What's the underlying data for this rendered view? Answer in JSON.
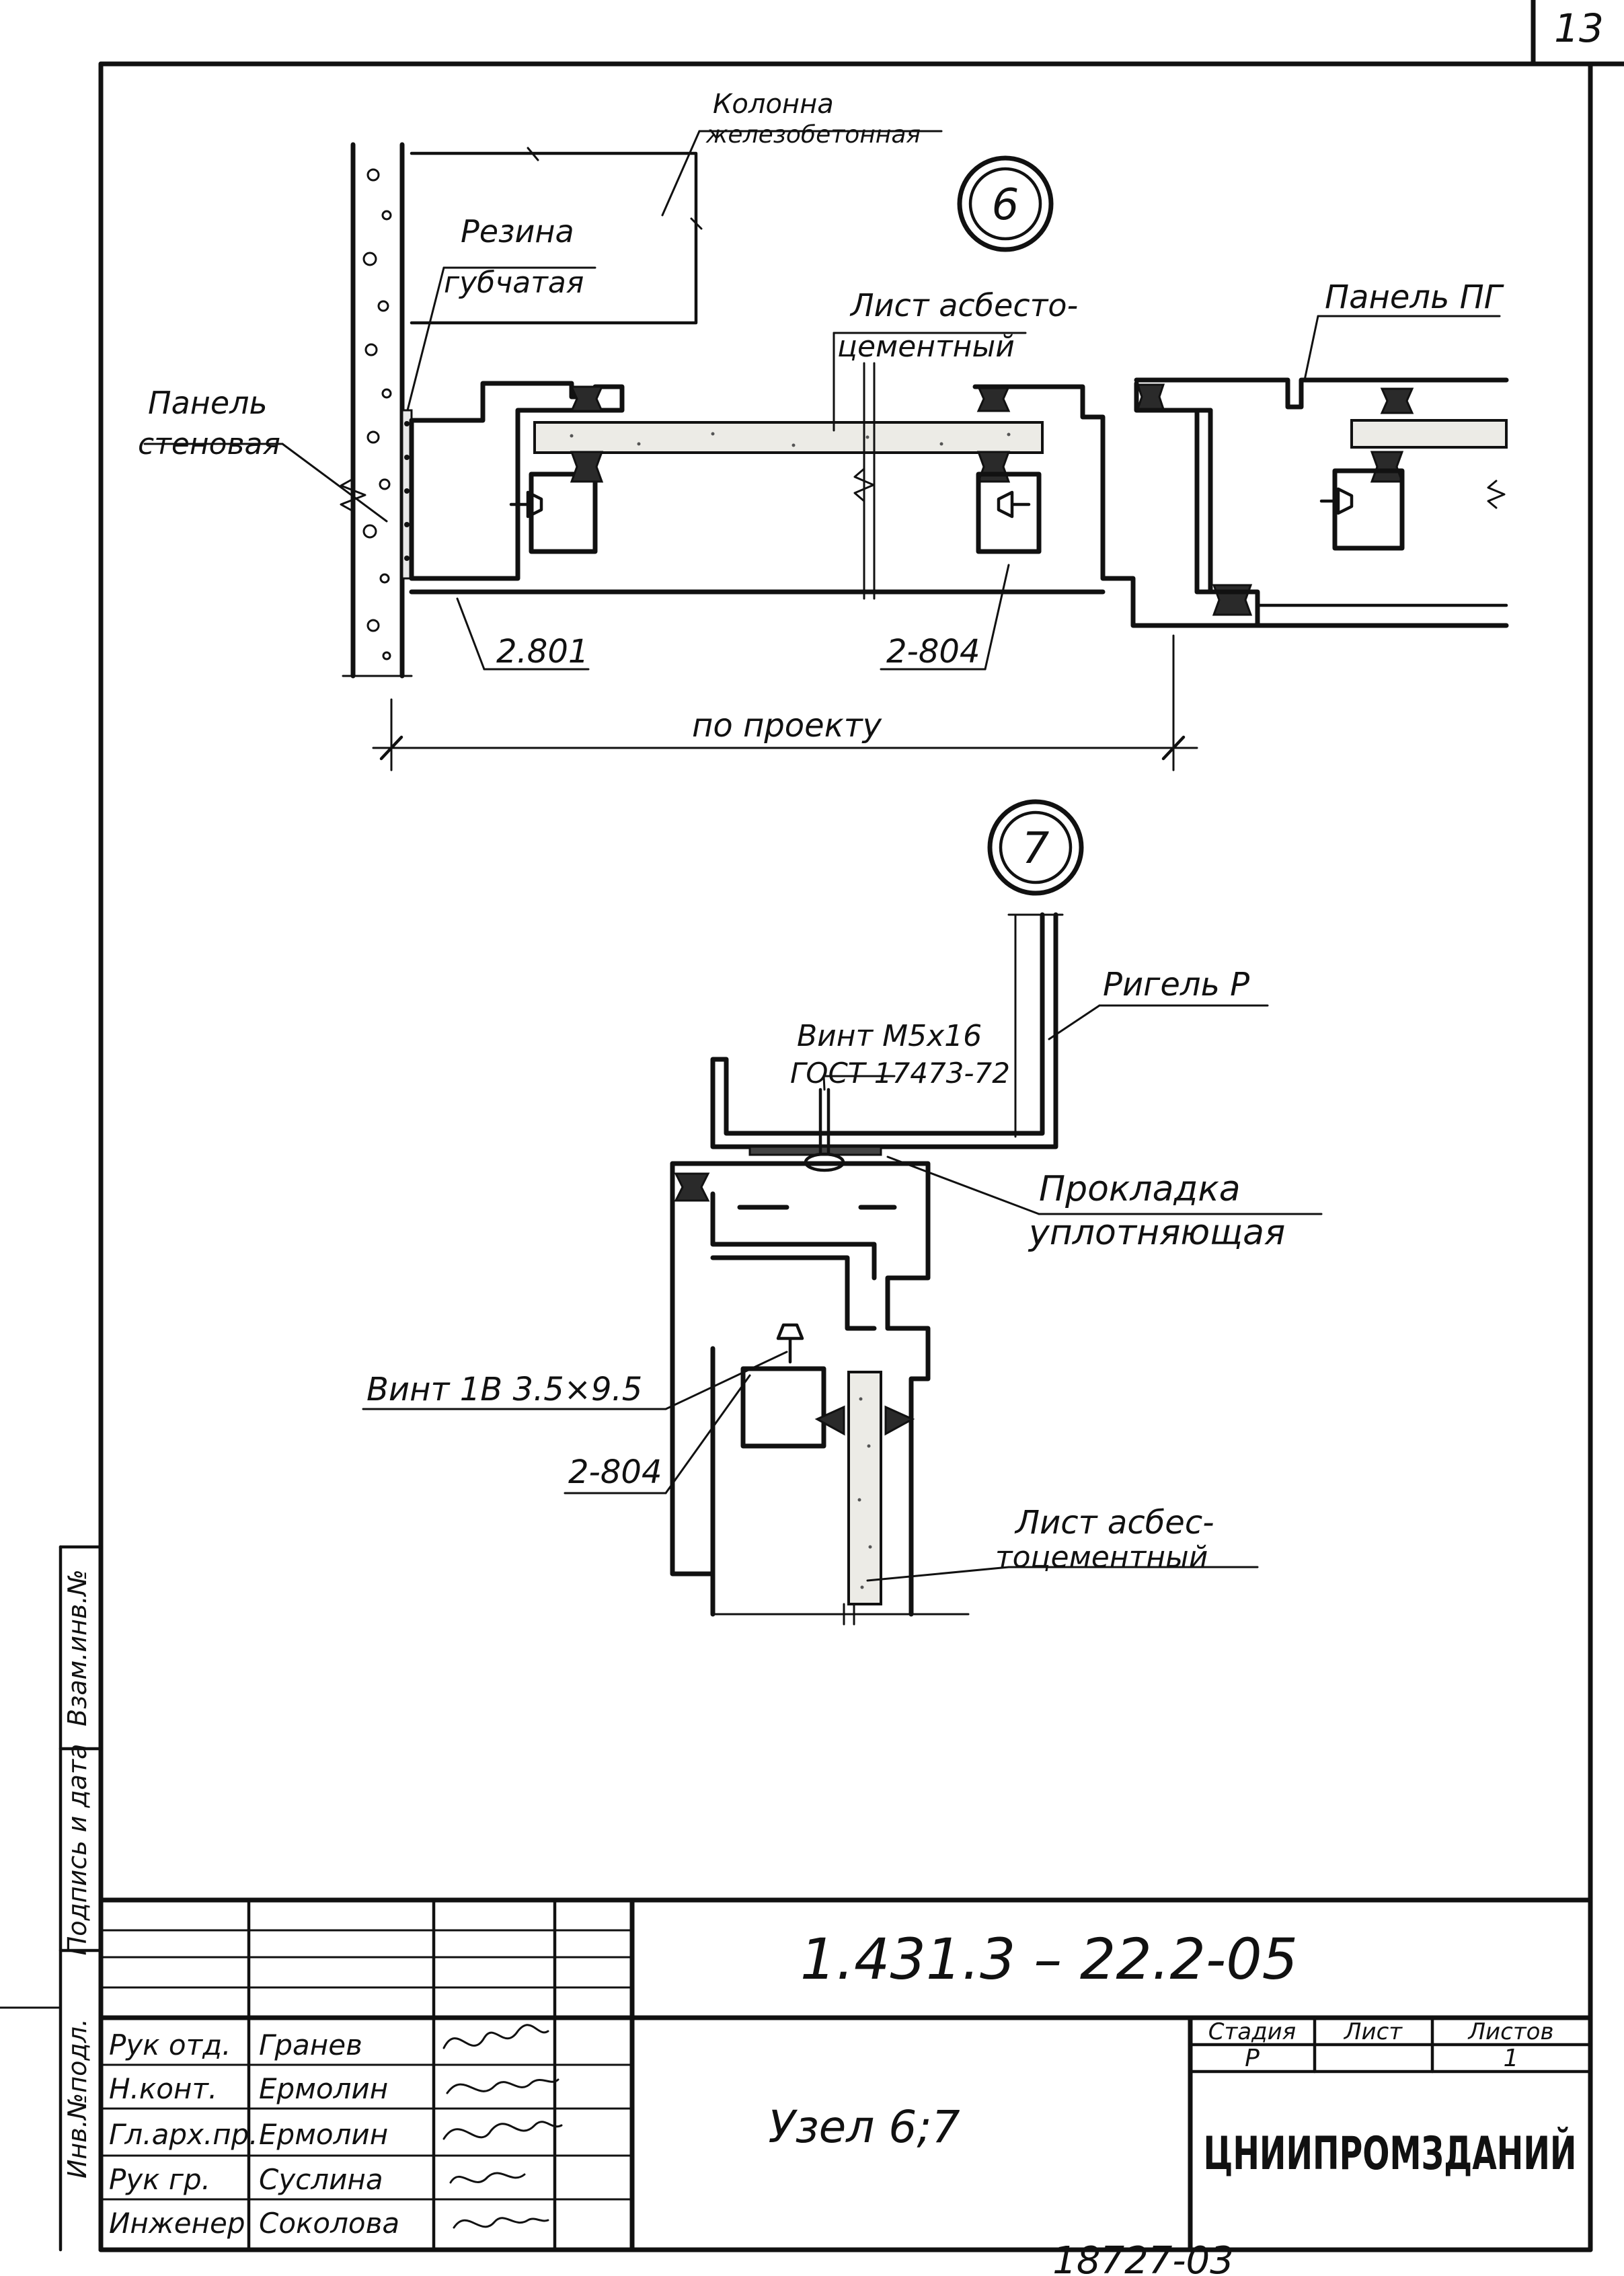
{
  "sheet": {
    "page_number": "13",
    "archive_number": "18727-03"
  },
  "node6": {
    "callout": "6",
    "column_label_1": "Колонна",
    "column_label_2": "железобетонная",
    "rubber_label_1": "Резина",
    "rubber_label_2": "губчатая",
    "wall_panel_label_1": "Панель",
    "wall_panel_label_2": "стеновая",
    "sheet_label_1": "Лист асбесто-",
    "sheet_label_2": "цементный",
    "panel_pg_label": "Панель ПГ",
    "profile_left_label": "2.801",
    "profile_right_label": "2-804",
    "dimension_label": "по проекту"
  },
  "node7": {
    "callout": "7",
    "girt_label": "Ригель Р",
    "screw1_label_1": "Винт М5х16",
    "screw1_label_2": "ГОСТ 17473-72",
    "gasket_label_1": "Прокладка",
    "gasket_label_2": "уплотняющая",
    "screw2_label": "Винт 1В 3.5×9.5",
    "profile_label": "2-804",
    "sheet_label_1": "Лист асбес-",
    "sheet_label_2": "тоцементный"
  },
  "side_stamp": {
    "field_1": "Инв.№подл.",
    "field_2": "Подпись и дата",
    "field_3": "Взам.инв.№"
  },
  "title_block": {
    "designation": "1.431.3 – 22.2-05",
    "title": "Узел 6;7",
    "organization": "ЦНИИПРОМЗДАНИЙ",
    "stage_header": "Стадия",
    "sheet_header": "Лист",
    "sheets_header": "Листов",
    "stage_value": "Р",
    "sheet_value": "",
    "sheets_value": "1",
    "people": [
      {
        "role": "Рук отд.",
        "name": "Гранев"
      },
      {
        "role": "Н.конт.",
        "name": "Ермолин"
      },
      {
        "role": "Гл.арх.пр.",
        "name": "Ермолин"
      },
      {
        "role": "Рук гр.",
        "name": "Суслина"
      },
      {
        "role": "Инженер",
        "name": "Соколова"
      }
    ]
  }
}
